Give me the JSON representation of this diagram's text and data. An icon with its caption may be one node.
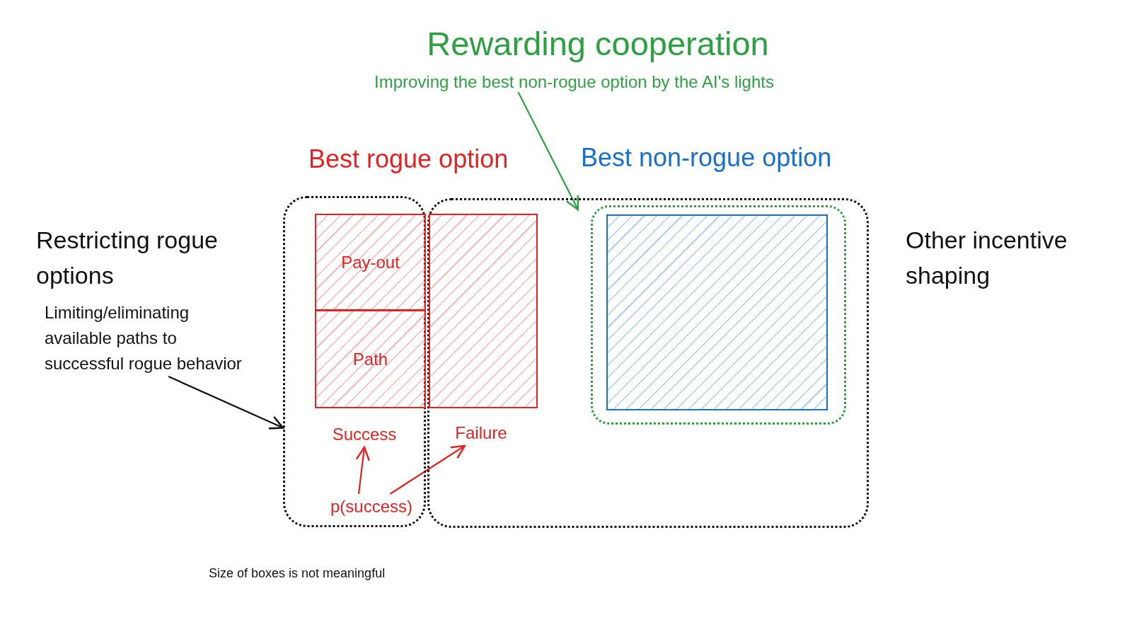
{
  "diagram": {
    "title": "Rewarding cooperation",
    "nodes": [
      {
        "text": [
          "Improving the best non-rogue option by the AI's lights"
        ]
      },
      {
        "text": [
          "Restricting rogue options",
          "Limiting/eliminating available paths to successful rogue behavior"
        ]
      },
      {
        "text": [],
        "shape": "box"
      },
      {
        "text": [
          "Pay-out"
        ],
        "in": 2
      },
      {
        "text": [
          "Path"
        ],
        "in": 2
      },
      {
        "text": [
          "Success"
        ],
        "in": 2
      },
      {
        "text": [
          "p(success)"
        ],
        "in": 2
      },
      {
        "text": [],
        "shape": "box"
      },
      {
        "text": [],
        "shape": "box",
        "in": 7
      },
      {
        "text": [
          "Failure"
        ],
        "in": 7
      },
      {
        "text": [],
        "shape": "box",
        "in": 7
      },
      {
        "text": [],
        "shape": "box",
        "in": 10
      },
      {
        "text": [
          "Other incentive shaping"
        ]
      }
    ],
    "edges": [
      {
        "from": 6,
        "to": 5,
        "arrow": "to"
      },
      {
        "from": 6,
        "to": 9,
        "arrow": "to"
      },
      {
        "from": 0,
        "to": 10,
        "arrow": "to",
        "color": "#2ea043"
      },
      {
        "from": 1,
        "to": 2,
        "arrow": "to",
        "color": "#111111"
      }
    ],
    "labels": [
      "Best rogue option",
      "Best non-rogue option",
      "Size of boxes is not meaningful"
    ]
  }
}
